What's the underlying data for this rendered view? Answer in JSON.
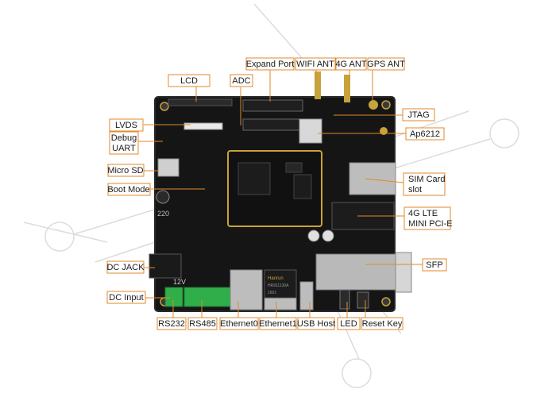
{
  "colors": {
    "label_border": "#e08a2a",
    "leader_line": "#e08a2a",
    "board": "#151515",
    "board_edge": "#2a2a2a",
    "gold": "#c8a23a",
    "text": "#1a1a1a",
    "watermark": "#dcdcdc"
  },
  "labels": {
    "lcd": "LCD",
    "adc": "ADC",
    "expand_port": "Expand Port",
    "wifi_ant": "WIFI ANT",
    "ant_4g": "4G ANT",
    "gps_ant": "GPS ANT",
    "lvds": "LVDS",
    "debug_uart_1": "Debug",
    "debug_uart_2": "UART",
    "micro_sd": "Micro SD",
    "boot_mode": "Boot Mode",
    "dc_jack": "DC JACK",
    "dc_input": "DC Input",
    "rs232": "RS232",
    "rs485": "RS485",
    "ethernet0": "Ethernet0",
    "ethernet1": "Ethernet1",
    "usb_host": "USB Host",
    "led": "LED",
    "reset_key": "Reset Key",
    "jtag": "JTAG",
    "ap6212": "Ap6212",
    "sim_card_1": "SIM Card",
    "sim_card_2": "slot",
    "lte_1": "4G LTE",
    "lte_2": "MINI PCI-E",
    "sfp": "SFP"
  },
  "board_text": {
    "voltage": "12V",
    "eth_chip_1": "Hanrun",
    "eth_chip_2": "HR911130A",
    "eth_chip_3": "1601",
    "cap_value": "220"
  }
}
